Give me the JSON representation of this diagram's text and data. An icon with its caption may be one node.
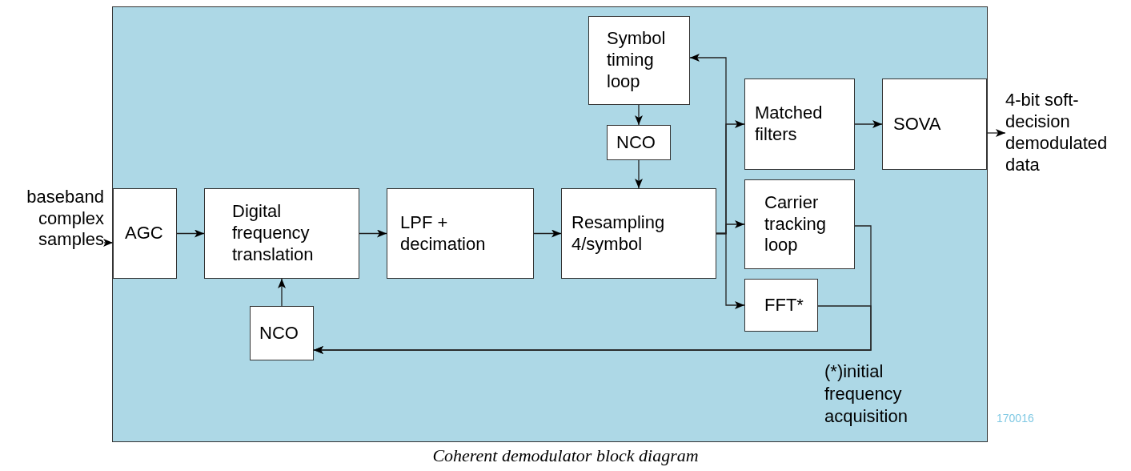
{
  "diagram": {
    "caption": "Coherent demodulator block diagram",
    "nodes": [
      {
        "text": [],
        "shape": "box"
      },
      {
        "text": [
          "baseband complex samples"
        ]
      },
      {
        "text": [
          "AGC"
        ],
        "in": 0
      },
      {
        "text": [
          "Digital frequency translation"
        ],
        "in": 0
      },
      {
        "text": [
          "LPF + decimation"
        ],
        "in": 0
      },
      {
        "text": [
          "Resampling 4/symbol"
        ],
        "in": 0
      },
      {
        "text": [
          "Symbol timing loop"
        ],
        "in": 0
      },
      {
        "text": [
          "NCO"
        ],
        "in": 0
      },
      {
        "text": [
          "Matched filters"
        ],
        "in": 0
      },
      {
        "text": [
          "SOVA"
        ],
        "in": 0
      },
      {
        "text": [
          "4-bit soft-decision demodulated data"
        ]
      },
      {
        "text": [
          "Carrier tracking loop"
        ],
        "in": 0
      },
      {
        "text": [
          "FFT*"
        ],
        "in": 0
      },
      {
        "text": [
          "NCO"
        ],
        "in": 0
      }
    ],
    "edges": [
      {
        "from": 1,
        "to": 2,
        "arrow": "to"
      },
      {
        "from": 2,
        "to": 3,
        "arrow": "to"
      },
      {
        "from": 3,
        "to": 4,
        "arrow": "to"
      },
      {
        "from": 4,
        "to": 5,
        "arrow": "to"
      },
      {
        "from": 5,
        "to": 6,
        "arrow": "to"
      },
      {
        "from": 5,
        "to": 8,
        "arrow": "to"
      },
      {
        "from": 5,
        "to": 11,
        "arrow": "to"
      },
      {
        "from": 5,
        "to": 12,
        "arrow": "to"
      },
      {
        "from": 6,
        "to": 7,
        "arrow": "to"
      },
      {
        "from": 7,
        "to": 5,
        "arrow": "to"
      },
      {
        "from": 8,
        "to": 9,
        "arrow": "to"
      },
      {
        "from": 9,
        "to": 10,
        "arrow": "to"
      },
      {
        "from": 11,
        "to": 13,
        "arrow": "to"
      },
      {
        "from": 12,
        "to": 13,
        "arrow": "to"
      },
      {
        "from": 13,
        "to": 3,
        "arrow": "to"
      }
    ],
    "labels": [
      "(*)initial frequency acquisition",
      "170016"
    ]
  }
}
